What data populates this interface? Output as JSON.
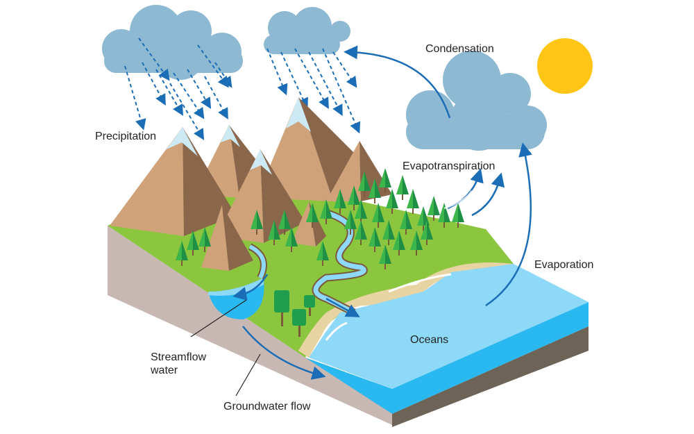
{
  "diagram": {
    "title": "Water cycle",
    "labels": {
      "precipitation": "Precipitation",
      "condensation": "Condensation",
      "evapotranspiration": "Evapotranspiration",
      "evaporation": "Evaporation",
      "oceans": "Oceans",
      "streamflow": "Streamflow\nwater",
      "groundwater": "Groundwater flow"
    },
    "colors": {
      "sun": "#FFC515",
      "cloud": "#8DB9D3",
      "arrow": "#1B6DB5",
      "grass": "#8CC63F",
      "ocean_surface": "#8ED8F8",
      "ocean_side": "#29B8F0",
      "soil_side": "#C8B8B3",
      "bedrock": "#6E6357",
      "mountain_light": "#CFA27A",
      "mountain_dark": "#8A674A",
      "snow": "#CDEAF4",
      "tree": "#2EAA4A",
      "sand": "#E8D3A2"
    }
  }
}
